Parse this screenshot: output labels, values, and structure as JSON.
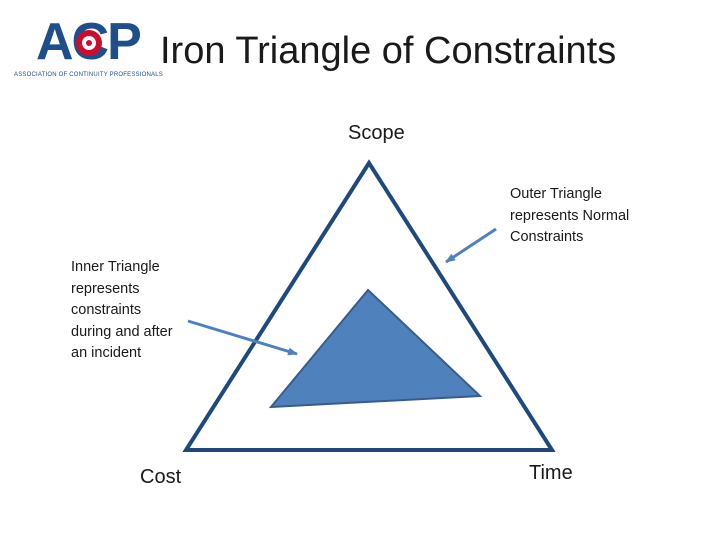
{
  "logo": {
    "letters": "ACP",
    "subtitle": "ASSOCIATION OF CONTINUITY PROFESSIONALS",
    "colors": {
      "blue": "#1f4e8c",
      "red": "#c8102e"
    }
  },
  "title": "Iron Triangle of Constraints",
  "vertices": {
    "scope": "Scope",
    "cost": "Cost",
    "time": "Time"
  },
  "annotations": {
    "outer": [
      "Outer Triangle",
      "represents Normal",
      "Constraints"
    ],
    "inner": [
      "Inner Triangle",
      "represents",
      "constraints",
      "during and after",
      "an incident"
    ]
  },
  "colors": {
    "outer_stroke": "#1f497d",
    "inner_fill": "#4f81bd",
    "inner_stroke": "#385d8a",
    "arrow": "#4f81bd"
  }
}
